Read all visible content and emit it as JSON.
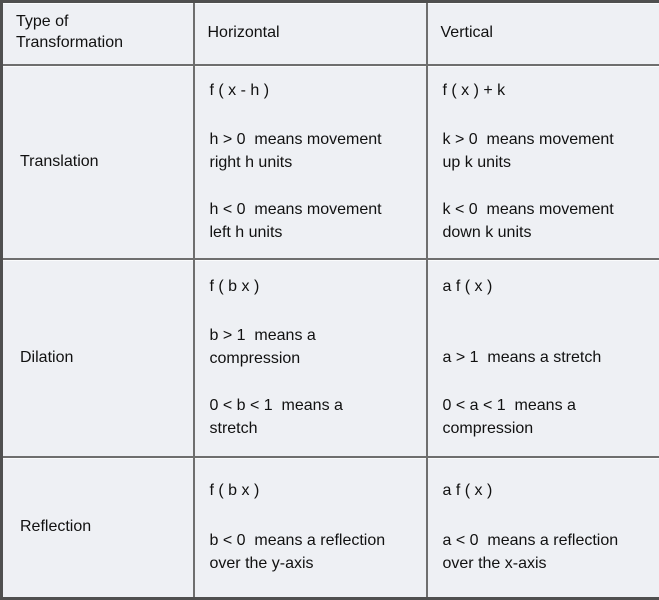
{
  "table": {
    "header": {
      "col1": "Type of\nTransformation",
      "col2": "Horizontal",
      "col3": "Vertical"
    },
    "rows": [
      {
        "label": "Translation",
        "horizontal": {
          "formula": "f ( x - h )",
          "notes": [
            "h > 0  means movement\nright h units",
            "h < 0  means movement\nleft h units"
          ]
        },
        "vertical": {
          "formula": "f ( x ) + k",
          "notes": [
            "k > 0  means movement\nup k units",
            "k < 0  means movement\ndown k units"
          ]
        }
      },
      {
        "label": "Dilation",
        "horizontal": {
          "formula": "f ( b x )",
          "notes": [
            "b > 1  means a\ncompression",
            "0 < b < 1  means a\nstretch"
          ]
        },
        "vertical": {
          "formula": "a f ( x )",
          "notes": [
            "a > 1  means a stretch",
            "0 < a < 1  means a\ncompression"
          ]
        }
      },
      {
        "label": "Reflection",
        "horizontal": {
          "formula": "f ( b x )",
          "notes": [
            "b < 0  means a reflection\nover the y-axis"
          ]
        },
        "vertical": {
          "formula": "a f ( x )",
          "notes": [
            "a < 0  means a reflection\nover the x-axis"
          ]
        }
      }
    ],
    "colors": {
      "background": "#eef0f4",
      "border_inner": "#6e6e6e",
      "border_outer": "#4f4f4f",
      "text": "#111111"
    }
  }
}
